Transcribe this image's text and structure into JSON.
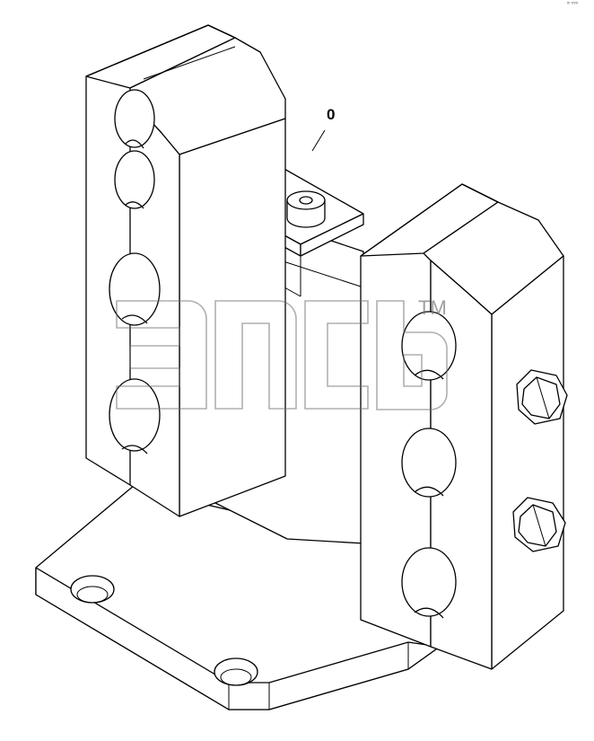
{
  "diagram": {
    "callout_label": "0",
    "corner_mark": "ᵐ ᵐᵐ",
    "watermark_tm": "TM",
    "line_color": "#000000",
    "watermark_color": "#6e6e6e"
  }
}
